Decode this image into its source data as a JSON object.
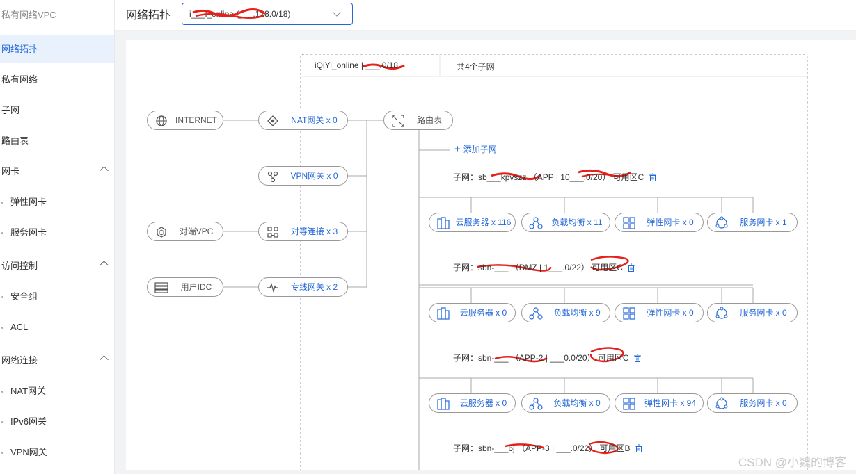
{
  "sidebar": {
    "title": "私有网络VPC",
    "items": [
      {
        "label": "网络拓扑",
        "active": true
      },
      {
        "label": "私有网络"
      },
      {
        "label": "子网"
      },
      {
        "label": "路由表"
      }
    ],
    "groups": [
      {
        "label": "网卡",
        "children": [
          "弹性网卡",
          "服务网卡"
        ]
      },
      {
        "label": "访问控制",
        "children": [
          "安全组",
          "ACL"
        ]
      },
      {
        "label": "网络连接",
        "children": [
          "NAT网关",
          "IPv6网关",
          "VPN网关"
        ]
      }
    ]
  },
  "header": {
    "title": "网络拓扑",
    "vpc_select_value": "i___l_online (___.128.0/18)"
  },
  "topology": {
    "vpc_box_name": "iQiYi_online | ___.0/18",
    "subnet_count": "共4个子网",
    "left_nodes": {
      "internet": "INTERNET",
      "peer_vpc": "对端VPC",
      "user_idc": "用户IDC"
    },
    "gateways": {
      "nat": "NAT网关 x 0",
      "vpn": "VPN网关 x 0",
      "peering": "对等连接 x 3",
      "dc": "专线网关 x 2"
    },
    "route_table": "路由表",
    "add_subnet": "添加子网",
    "subnets": [
      {
        "label": "子网：sb___kpvszz （APP | 10___.0/20） 可用区C",
        "resources": [
          "云服务器 x 116",
          "负载均衡 x 11",
          "弹性网卡 x 0",
          "服务网卡 x 1"
        ]
      },
      {
        "label": "子网：sbn-___ （DMZ | 1___.0/22） 可用区C",
        "resources": [
          "云服务器 x 0",
          "负载均衡 x 9",
          "弹性网卡 x 0",
          "服务网卡 x 0"
        ]
      },
      {
        "label": "子网：sbn-___ （APP-2 | ___0.0/20） 可用区C",
        "resources": [
          "云服务器 x 0",
          "负载均衡 x 0",
          "弹性网卡 x 94",
          "服务网卡 x 0"
        ]
      },
      {
        "label": "子网：sbn-___6j （APP-3 | ___.0/22） 可用区B",
        "resources": []
      }
    ]
  },
  "watermark": "CSDN @小魏的博客",
  "colors": {
    "accent": "#2468d8",
    "line": "#aaaaaa",
    "redact": "#e8201a"
  }
}
